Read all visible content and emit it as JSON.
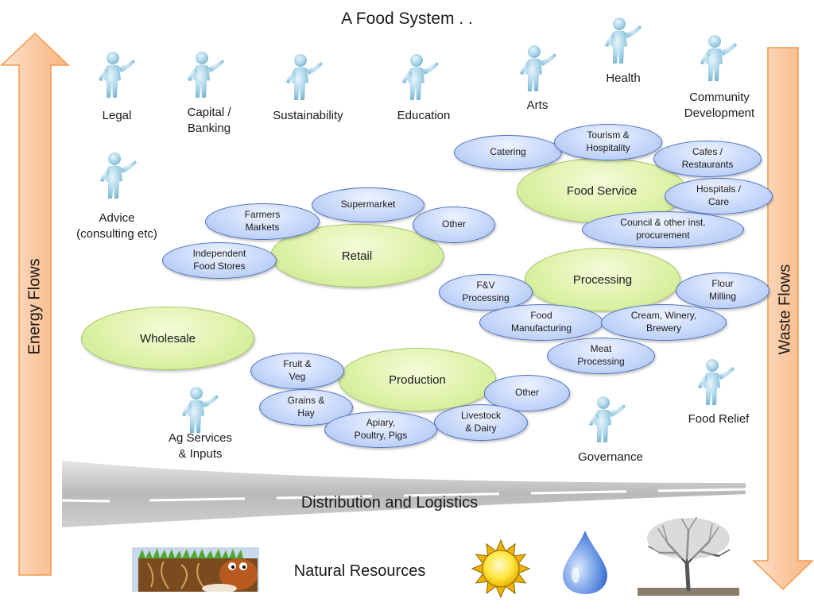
{
  "title": "A Food System . .",
  "side_labels": {
    "energy": "Energy Flows",
    "waste": "Waste Flows"
  },
  "roles": {
    "legal": "Legal",
    "capital": "Capital /\nBanking",
    "sustainability": "Sustainability",
    "education": "Education",
    "arts": "Arts",
    "health": "Health",
    "community": "Community\nDevelopment",
    "advice": "Advice\n(consulting etc)",
    "ag_services": "Ag Services\n& Inputs",
    "governance": "Governance",
    "food_relief": "Food Relief"
  },
  "hubs": {
    "food_service": "Food Service",
    "retail": "Retail",
    "processing": "Processing",
    "wholesale": "Wholesale",
    "production": "Production"
  },
  "subs": {
    "catering": "Catering",
    "tourism": "Tourism &\nHospitality",
    "cafes": "Cafes /\nRestaurants",
    "hospitals": "Hospitals /\nCare",
    "council": "Council & other inst.\nprocurement",
    "supermarket": "Supermarket",
    "farmers_markets": "Farmers\nMarkets",
    "retail_other": "Other",
    "independent": "Independent\nFood Stores",
    "fv_processing": "F&V\nProcessing",
    "flour": "Flour\nMilling",
    "food_manufacturing": "Food\nManufacturing",
    "cream": "Cream, Winery,\nBrewery",
    "meat": "Meat\nProcessing",
    "fruit_veg": "Fruit &\nVeg",
    "grains": "Grains &\nHay",
    "prod_other": "Other",
    "livestock": "Livestock\n& Dairy",
    "apiary": "Apiary,\nPoultry, Pigs"
  },
  "bottom": {
    "distribution": "Distribution and Logistics",
    "natural": "Natural Resources"
  },
  "icons": [
    "person-icon",
    "soil-worm-icon",
    "sun-icon",
    "water-drop-icon",
    "tree-icon"
  ],
  "colors": {
    "arrow_fill": "#fbc9a2",
    "arrow_border": "#f29a4e",
    "hub_fill": "#def2a8",
    "sub_fill": "#c7d8fa",
    "sub_border": "#4d6fc0"
  }
}
